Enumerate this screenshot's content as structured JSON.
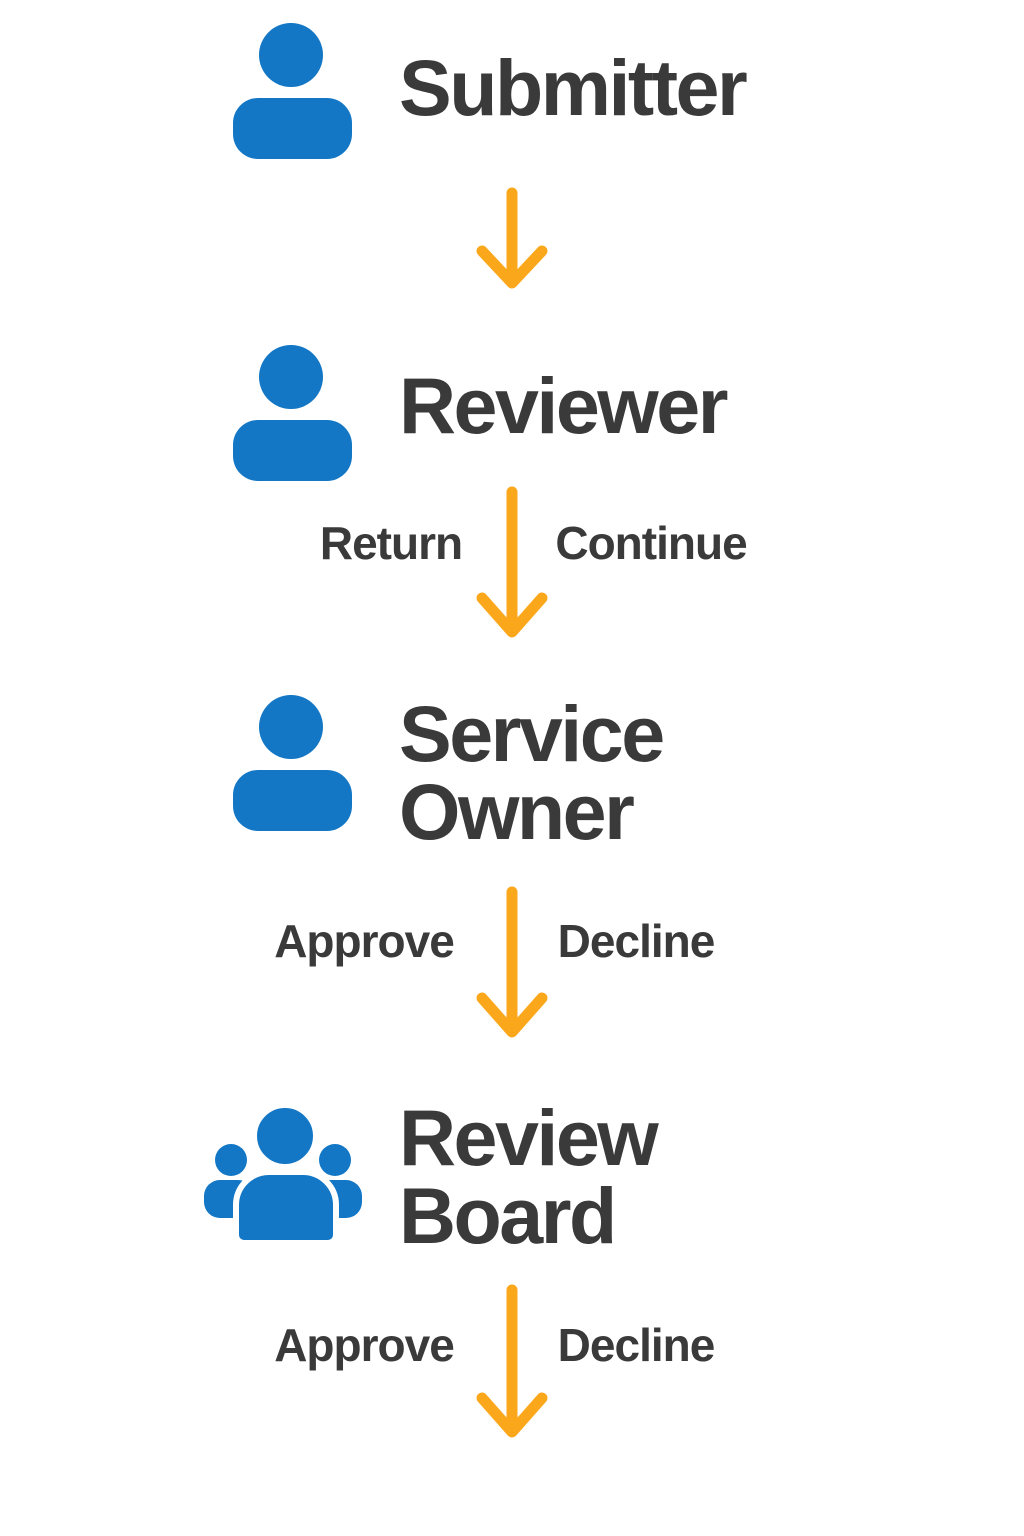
{
  "diagram": {
    "type": "workflow-flowchart",
    "colors": {
      "icon_blue": "#1377C5",
      "arrow_orange": "#FBA71B",
      "text_dark": "#3A3A3A",
      "background": "#FFFFFF"
    },
    "steps": [
      {
        "title": "Submitter",
        "icon": "person-icon"
      },
      {
        "title": "Reviewer",
        "icon": "person-icon"
      },
      {
        "title": "Service Owner",
        "icon": "person-icon"
      },
      {
        "title": "Review Board",
        "icon": "people-group-icon"
      }
    ],
    "transitions": [
      {
        "from": "Submitter",
        "to": "Reviewer",
        "left_label": "",
        "right_label": ""
      },
      {
        "from": "Reviewer",
        "to": "Service Owner",
        "left_label": "Return",
        "right_label": "Continue"
      },
      {
        "from": "Service Owner",
        "to": "Review Board",
        "left_label": "Approve",
        "right_label": "Decline"
      },
      {
        "from": "Review Board",
        "to": "",
        "left_label": "Approve",
        "right_label": "Decline"
      }
    ]
  }
}
